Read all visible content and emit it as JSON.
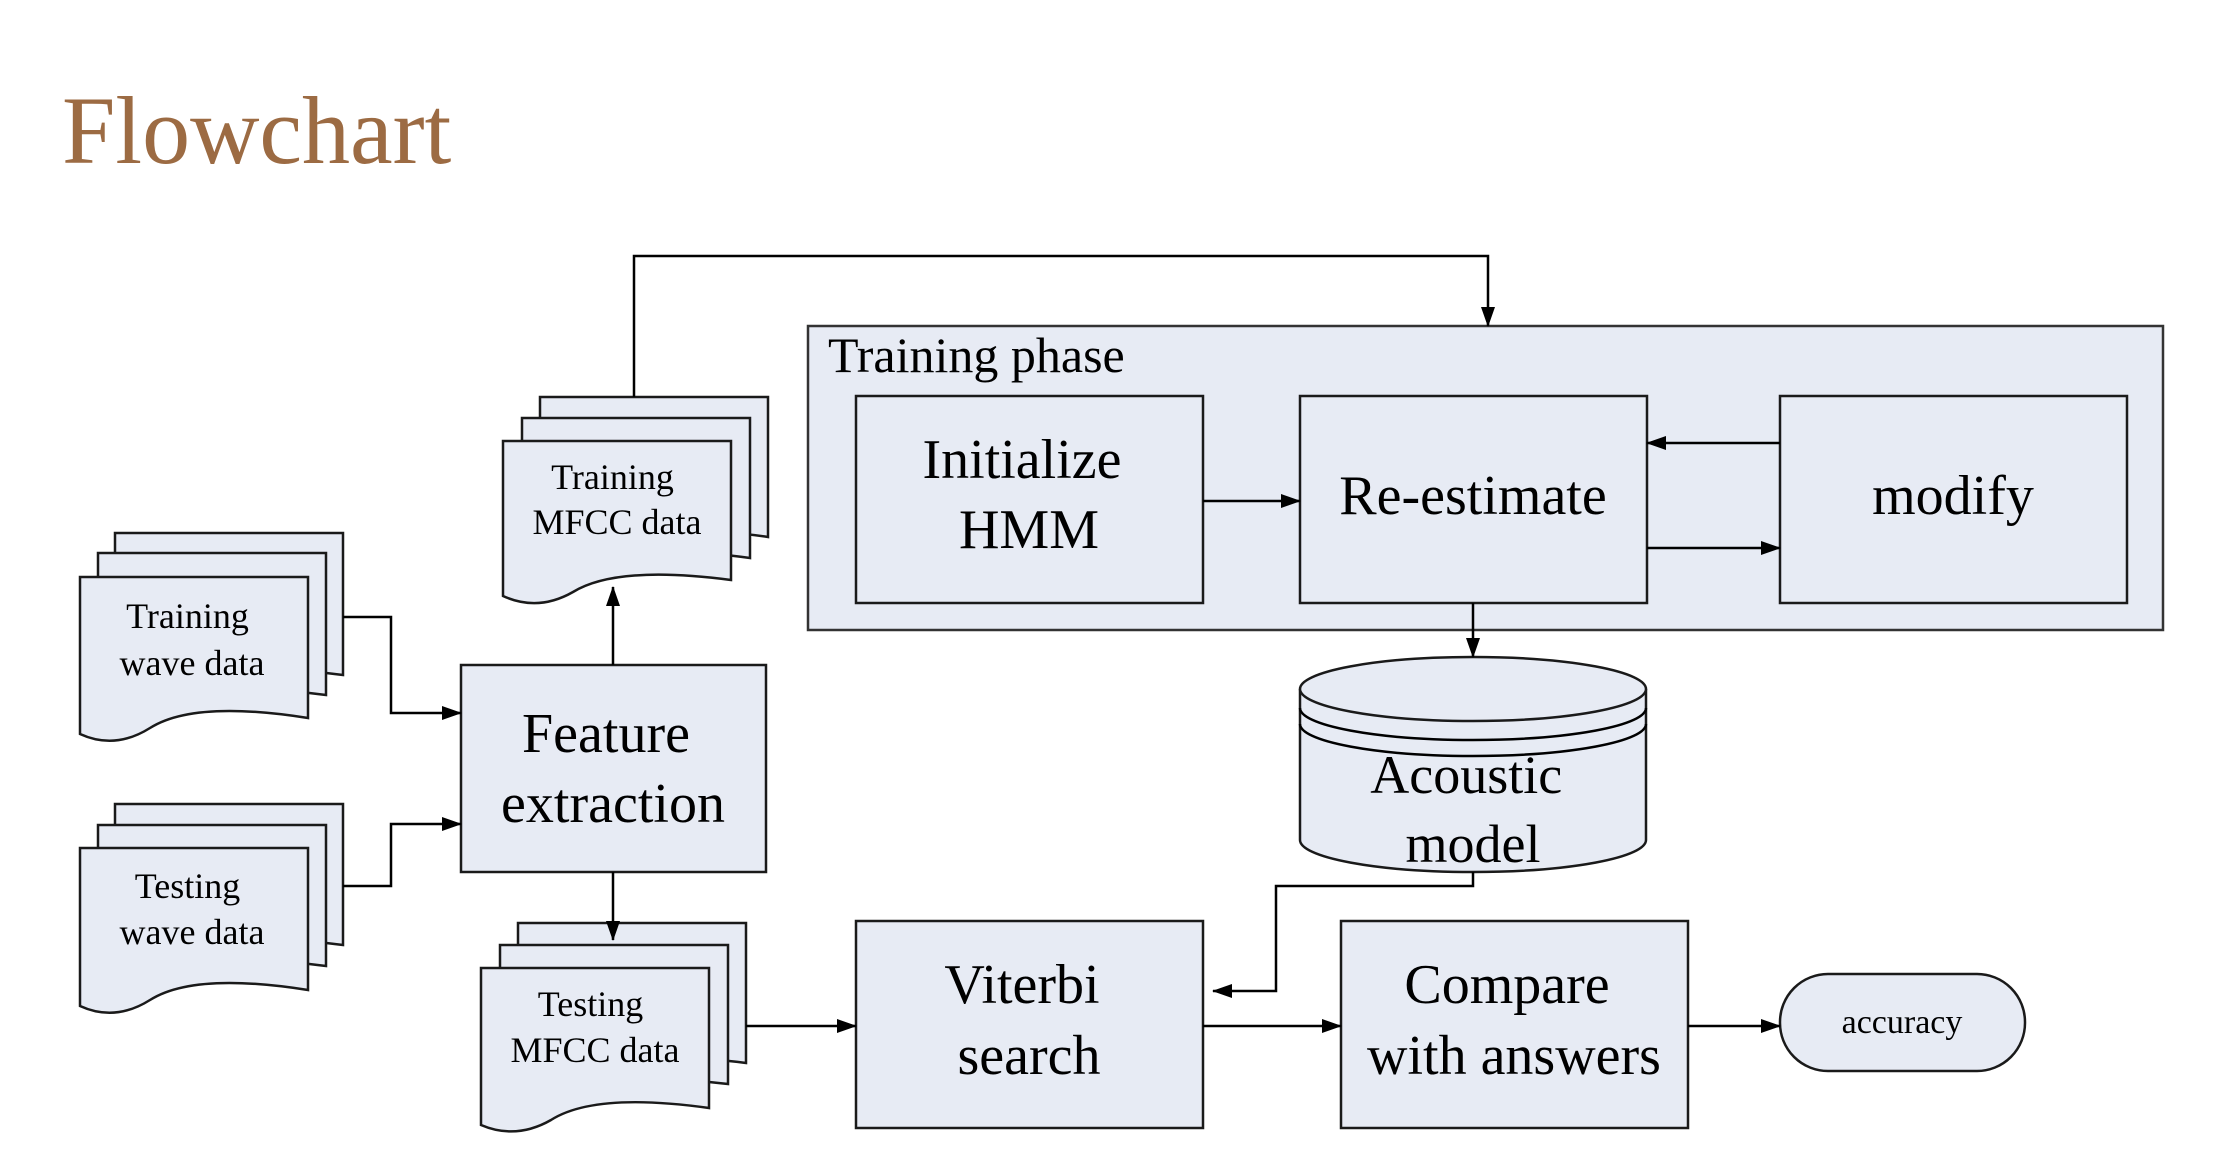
{
  "title": "Flowchart",
  "nodes": {
    "training_wave": [
      "Training",
      "wave data"
    ],
    "testing_wave": [
      "Testing",
      "wave data"
    ],
    "feature": [
      "Feature",
      "extraction"
    ],
    "training_mfcc": [
      "Training",
      "MFCC data"
    ],
    "testing_mfcc": [
      "Testing",
      "MFCC data"
    ],
    "training_phase": "Training phase",
    "initialize": [
      "Initialize",
      "HMM"
    ],
    "reestimate": "Re-estimate",
    "modify": "modify",
    "acoustic": [
      "Acoustic",
      "model"
    ],
    "viterbi": [
      "Viterbi",
      "search"
    ],
    "compare": [
      "Compare",
      "with answers"
    ],
    "accuracy": "accuracy"
  },
  "colors": {
    "title": "#9c6b43",
    "node_fill": "#e7ebf4",
    "stroke": "#1a1a1a"
  }
}
